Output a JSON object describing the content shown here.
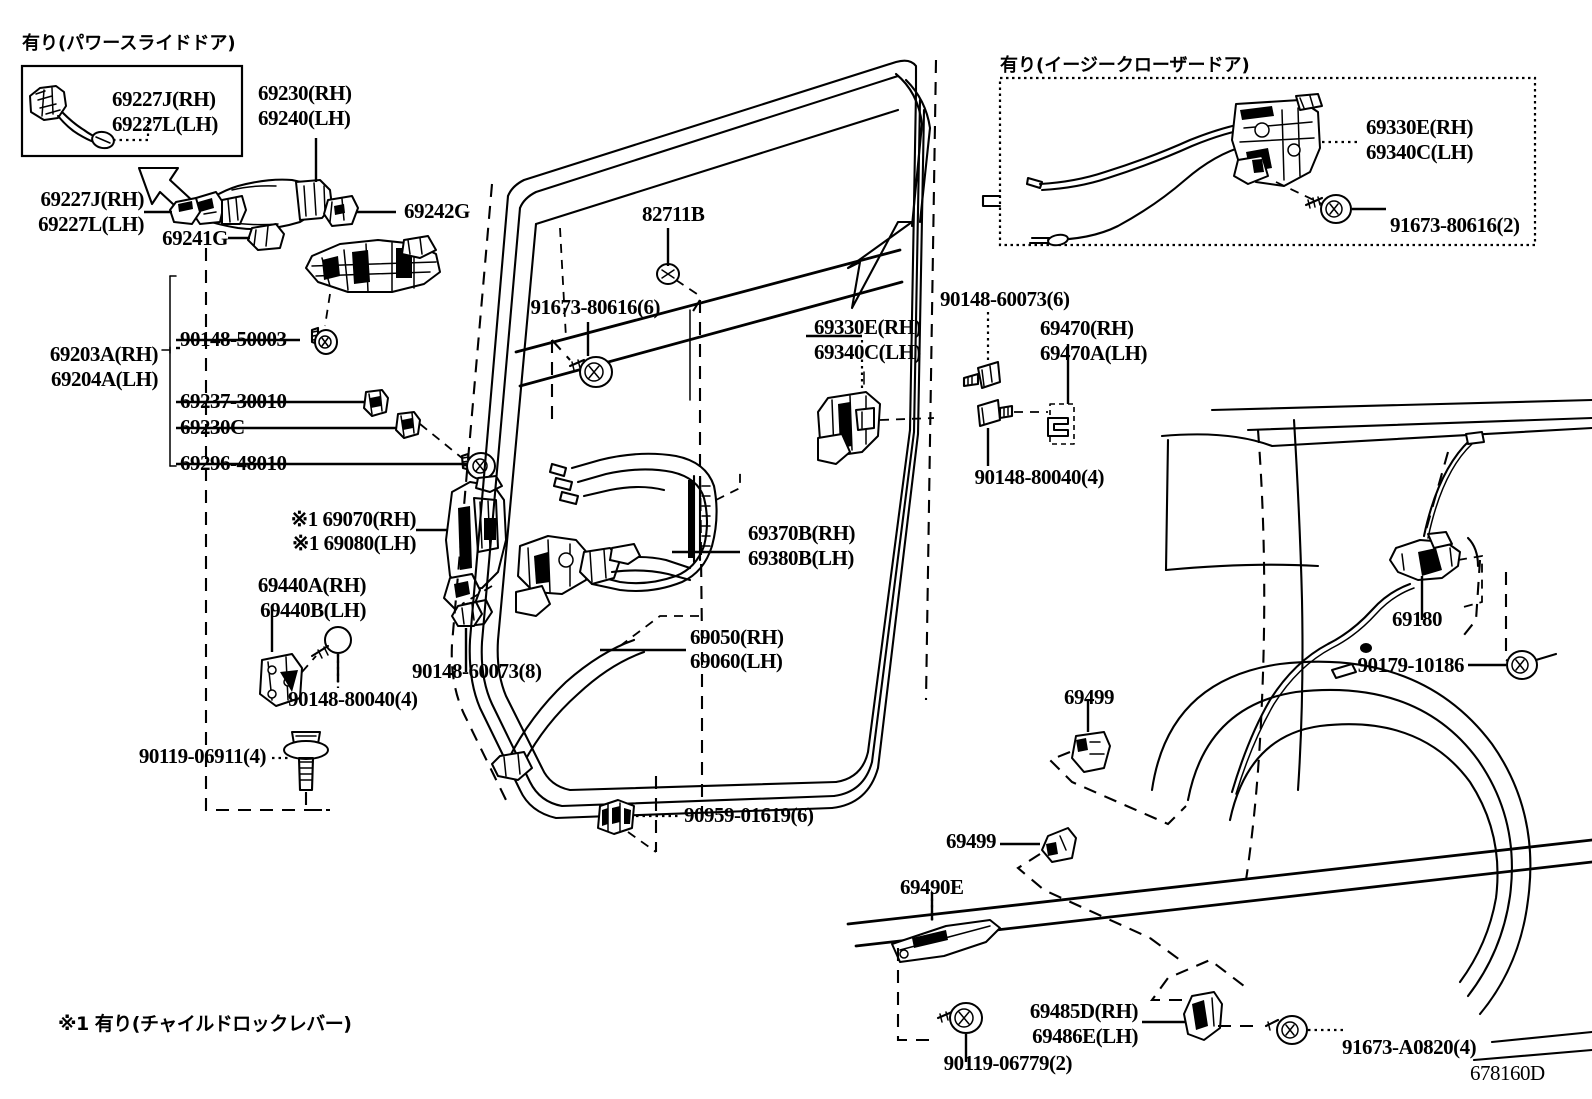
{
  "diagram": {
    "id": "678160D",
    "footnote": "※1 有り(チャイルドロックレバー)"
  },
  "insets": [
    {
      "name": "power-slide-door",
      "caption": "有り(パワースライドドア)",
      "labels": [
        "69227J(RH)",
        "69227L(LH)"
      ]
    },
    {
      "name": "easy-closer-door",
      "caption": "有り(イージークローザードア)",
      "labels": [
        "69330E(RH)",
        "69340C(LH)",
        "91673-80616(2)"
      ]
    }
  ],
  "labels": {
    "l_69230_rh": "69230(RH)",
    "l_69240_lh": "69240(LH)",
    "l_69227j_rh": "69227J(RH)",
    "l_69227l_lh": "69227L(LH)",
    "l_69241g": "69241G",
    "l_69242g": "69242G",
    "l_69203a_rh": "69203A(RH)",
    "l_69204a_lh": "69204A(LH)",
    "l_90148_50003": "90148-50003",
    "l_69237_30010": "69237-30010",
    "l_69230c": "69230C",
    "l_69296_48010": "69296-48010",
    "l_169070_rh": "※1 69070(RH)",
    "l_169080_lh": "※1 69080(LH)",
    "l_69440a_rh": "69440A(RH)",
    "l_69440b_lh": "69440B(LH)",
    "l_90148_80040_4a": "90148-80040(4)",
    "l_90148_60073_8": "90148-60073(8)",
    "l_90119_06911_4": "90119-06911(4)",
    "l_82711b": "82711B",
    "l_91673_80616_6": "91673-80616(6)",
    "l_69330e_rh": "69330E(RH)",
    "l_69340c_lh": "69340C(LH)",
    "l_90148_60073_6": "90148-60073(6)",
    "l_69470_rh": "69470(RH)",
    "l_69470a_lh": "69470A(LH)",
    "l_90148_80040_4b": "90148-80040(4)",
    "l_69370b_rh": "69370B(RH)",
    "l_69380b_lh": "69380B(LH)",
    "l_69050_rh": "69050(RH)",
    "l_69060_lh": "69060(LH)",
    "l_90959_01619_6": "90959-01619(6)",
    "l_69499_a": "69499",
    "l_69499_b": "69499",
    "l_69490e": "69490E",
    "l_69180": "69180",
    "l_90179_10186": "90179-10186",
    "l_69485d_rh": "69485D(RH)",
    "l_69486e_lh": "69486E(LH)",
    "l_90119_06779_2": "90119-06779(2)",
    "l_91673_a0820_4": "91673-A0820(4)",
    "l_inset1_caption": "有り(パワースライドドア)",
    "l_inset1_69227j": "69227J(RH)",
    "l_inset1_69227l": "69227L(LH)",
    "l_inset2_caption": "有り(イージークローザードア)",
    "l_inset2_69330e": "69330E(RH)",
    "l_inset2_69340c": "69340C(LH)",
    "l_inset2_91673": "91673-80616(2)"
  }
}
